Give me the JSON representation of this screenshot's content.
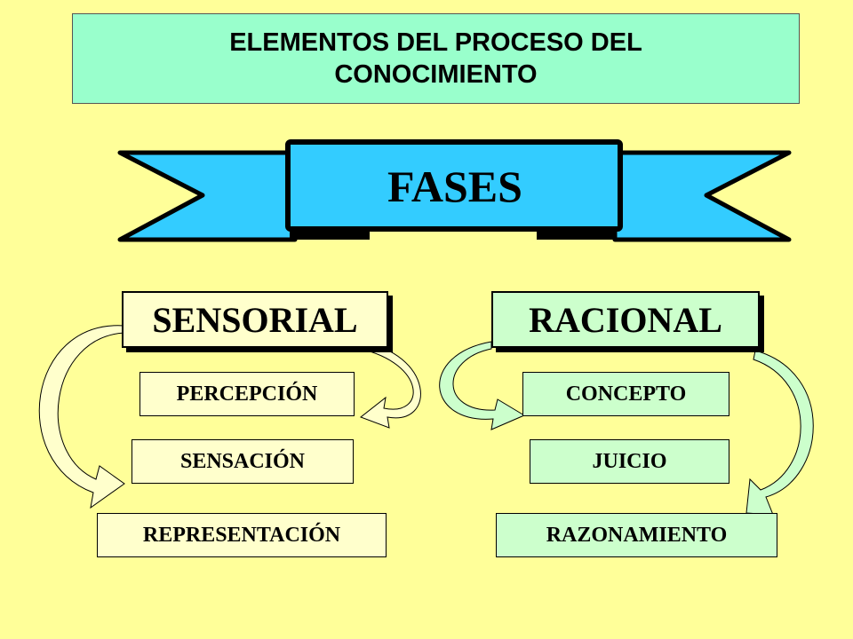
{
  "title": "ELEMENTOS DEL PROCESO DEL\nCONOCIMIENTO",
  "banner": "FASES",
  "sensorial": {
    "header": "SENSORIAL",
    "items": [
      "PERCEPCIÓN",
      "SENSACIÓN",
      "REPRESENTACIÓN"
    ]
  },
  "racional": {
    "header": "RACIONAL",
    "items": [
      "CONCEPTO",
      "JUICIO",
      "RAZONAMIENTO"
    ]
  },
  "colors": {
    "background": "#FFFF99",
    "title_fill": "#99FFCC",
    "banner_fill": "#33CCFF",
    "sensorial_fill": "#FFFFCC",
    "racional_fill": "#CCFFCC"
  }
}
